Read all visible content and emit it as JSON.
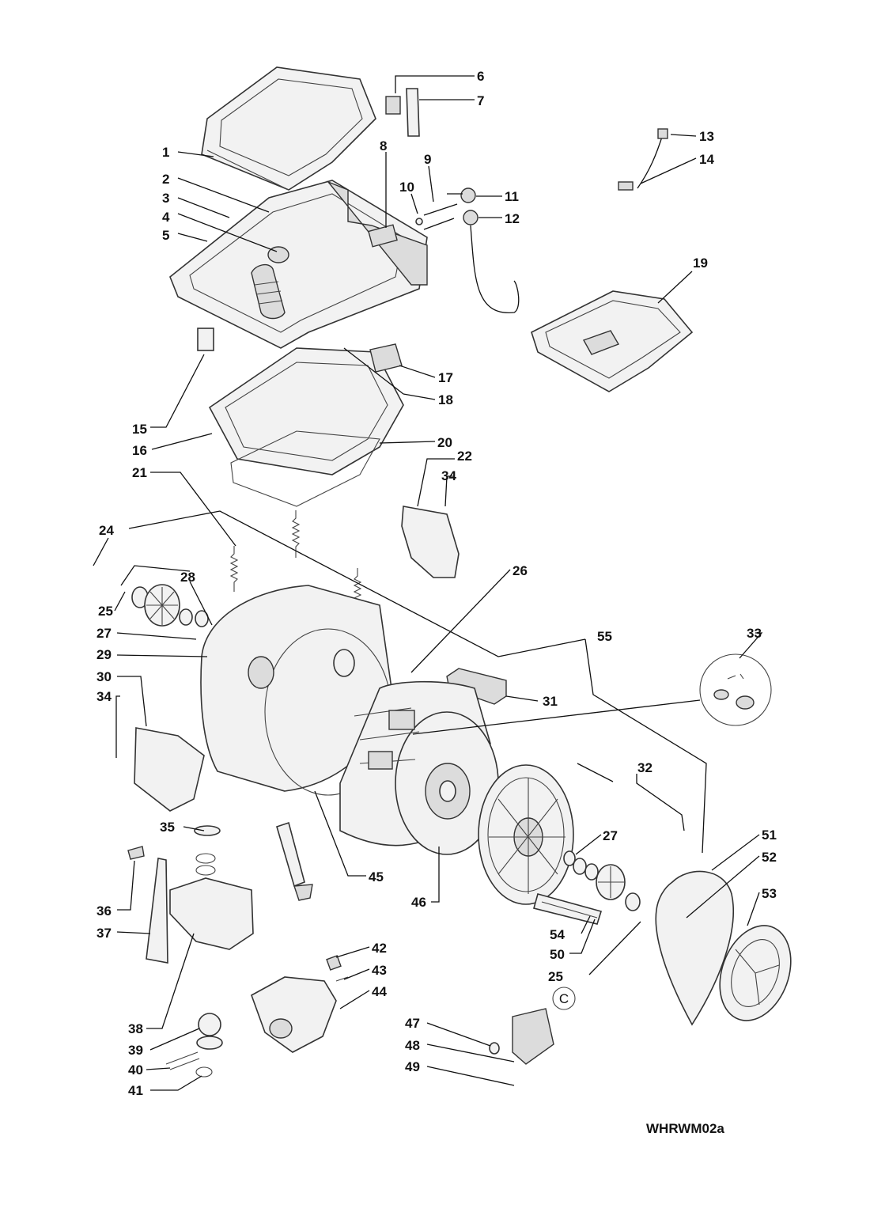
{
  "drawing_code": "WHRWM02a",
  "callout_symbol": "C",
  "callouts": [
    {
      "id": "c1",
      "label": "1"
    },
    {
      "id": "c2",
      "label": "2"
    },
    {
      "id": "c3",
      "label": "3"
    },
    {
      "id": "c4",
      "label": "4"
    },
    {
      "id": "c5",
      "label": "5"
    },
    {
      "id": "c6",
      "label": "6"
    },
    {
      "id": "c7",
      "label": "7"
    },
    {
      "id": "c8",
      "label": "8"
    },
    {
      "id": "c9",
      "label": "9"
    },
    {
      "id": "c10",
      "label": "10"
    },
    {
      "id": "c11",
      "label": "11"
    },
    {
      "id": "c12",
      "label": "12"
    },
    {
      "id": "c13",
      "label": "13"
    },
    {
      "id": "c14",
      "label": "14"
    },
    {
      "id": "c15",
      "label": "15"
    },
    {
      "id": "c16",
      "label": "16"
    },
    {
      "id": "c17",
      "label": "17"
    },
    {
      "id": "c18",
      "label": "18"
    },
    {
      "id": "c19",
      "label": "19"
    },
    {
      "id": "c20",
      "label": "20"
    },
    {
      "id": "c21",
      "label": "21"
    },
    {
      "id": "c22",
      "label": "22"
    },
    {
      "id": "c24",
      "label": "24"
    },
    {
      "id": "c25a",
      "label": "25"
    },
    {
      "id": "c25b",
      "label": "25"
    },
    {
      "id": "c26",
      "label": "26"
    },
    {
      "id": "c27a",
      "label": "27"
    },
    {
      "id": "c27b",
      "label": "27"
    },
    {
      "id": "c28",
      "label": "28"
    },
    {
      "id": "c29",
      "label": "29"
    },
    {
      "id": "c30",
      "label": "30"
    },
    {
      "id": "c31",
      "label": "31"
    },
    {
      "id": "c32",
      "label": "32"
    },
    {
      "id": "c33",
      "label": "33"
    },
    {
      "id": "c34a",
      "label": "34"
    },
    {
      "id": "c34b",
      "label": "34"
    },
    {
      "id": "c35",
      "label": "35"
    },
    {
      "id": "c36",
      "label": "36"
    },
    {
      "id": "c37",
      "label": "37"
    },
    {
      "id": "c38",
      "label": "38"
    },
    {
      "id": "c39",
      "label": "39"
    },
    {
      "id": "c40",
      "label": "40"
    },
    {
      "id": "c41",
      "label": "41"
    },
    {
      "id": "c42",
      "label": "42"
    },
    {
      "id": "c43",
      "label": "43"
    },
    {
      "id": "c44",
      "label": "44"
    },
    {
      "id": "c45",
      "label": "45"
    },
    {
      "id": "c46",
      "label": "46"
    },
    {
      "id": "c47",
      "label": "47"
    },
    {
      "id": "c48",
      "label": "48"
    },
    {
      "id": "c49",
      "label": "49"
    },
    {
      "id": "c50",
      "label": "50"
    },
    {
      "id": "c51",
      "label": "51"
    },
    {
      "id": "c52",
      "label": "52"
    },
    {
      "id": "c53",
      "label": "53"
    },
    {
      "id": "c54",
      "label": "54"
    },
    {
      "id": "c55",
      "label": "55"
    }
  ]
}
